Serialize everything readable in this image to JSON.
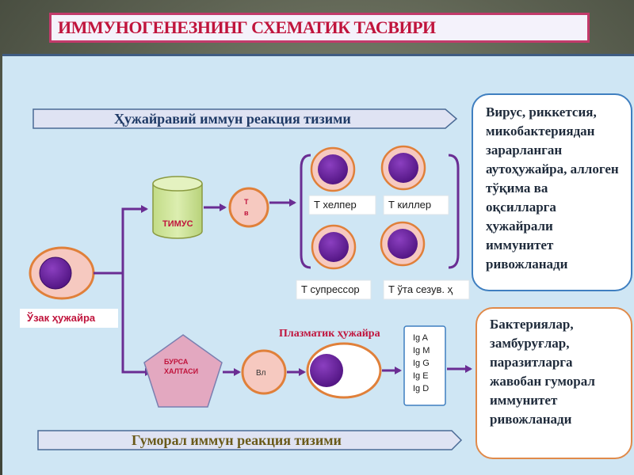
{
  "title": "ИММУНОГЕНЕЗНИНГ СХЕМАТИК ТАСВИРИ",
  "banners": {
    "cellular": "Ҳужайравий иммун реакция тизими",
    "humoral": "Гуморал иммун реакция тизими"
  },
  "stem_cell": "Ўзак ҳужайра",
  "thymus": "ТИМУС",
  "t_cell": "Т\nв",
  "bursa": "БУРСА ХАЛТАСИ",
  "b_cell": "Вл",
  "plasma_cell": "Плазматик ҳужайра",
  "t_subtypes": {
    "helper": "Т хелпер",
    "killer": "Т киллер",
    "suppressor": "Т супрессор",
    "memory": "Т ўта сезув. ҳ"
  },
  "immunoglobulins": [
    "Ig A",
    "Ig M",
    "Ig G",
    "Ig E",
    "Ig D"
  ],
  "cellular_note": "Вирус, риккетсия, микобактериядан зарарланган аутоҳужайра, аллоген тўқима ва оқсилларга ҳужайрали иммунитет ривожланади",
  "humoral_note": "Бактериялар, замбуруғлар, паразитларга жавобан гуморал иммунитет ривожланади",
  "colors": {
    "title_red": "#c0143c",
    "arrow_purple": "#6a2d93",
    "nucleus_purple": "#6a1f9a",
    "cell_pink": "#f6c9c0",
    "thymus_green": "#cfe59b",
    "bursa_pink": "#e3a8c0"
  }
}
